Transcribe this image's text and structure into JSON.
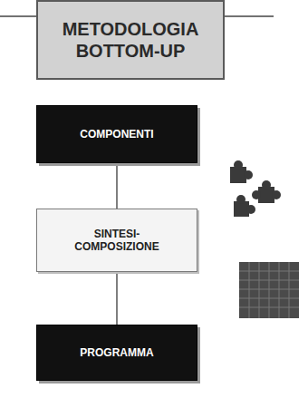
{
  "diagram": {
    "nodes": [
      {
        "text": [
          "METODOLOGIA BOTTOM-UP"
        ]
      },
      {
        "text": [
          "COMPONENTI"
        ]
      },
      {
        "text": [
          "SINTESI- COMPOSIZIONE"
        ]
      },
      {
        "text": [
          "PROGRAMMA"
        ]
      }
    ],
    "edges": [
      {
        "from": 1,
        "to": 2,
        "arrow": "none"
      },
      {
        "from": 2,
        "to": 3,
        "arrow": "none"
      }
    ]
  }
}
